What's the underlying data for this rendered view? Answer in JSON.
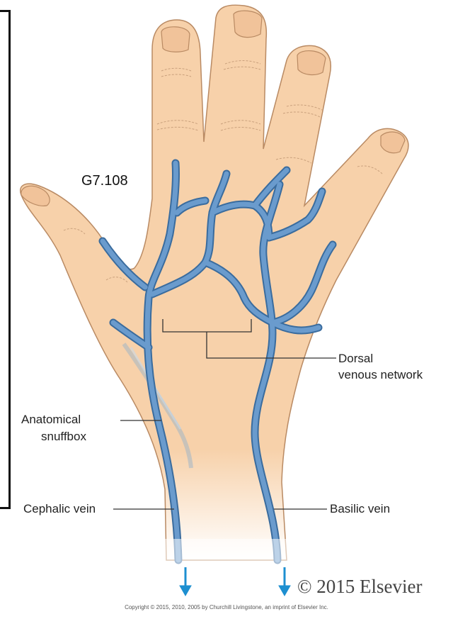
{
  "figure_id": "G7.108",
  "labels": {
    "dorsal_line1": "Dorsal",
    "dorsal_line2": "venous network",
    "snuffbox_line1": "Anatomical",
    "snuffbox_line2": "snuffbox",
    "cephalic": "Cephalic vein",
    "basilic": "Basilic vein"
  },
  "copyright_large": "© 2015 Elsevier",
  "copyright_small": "Copyright © 2015, 2010, 2005 by Churchill Livingstone, an imprint of Elsevier Inc.",
  "colors": {
    "skin": "#f7d1aa",
    "skin_outline": "#b98a63",
    "vein": "#5a8fc4",
    "vein_edge": "#3a6c9e",
    "arrow": "#1d8fd0"
  }
}
